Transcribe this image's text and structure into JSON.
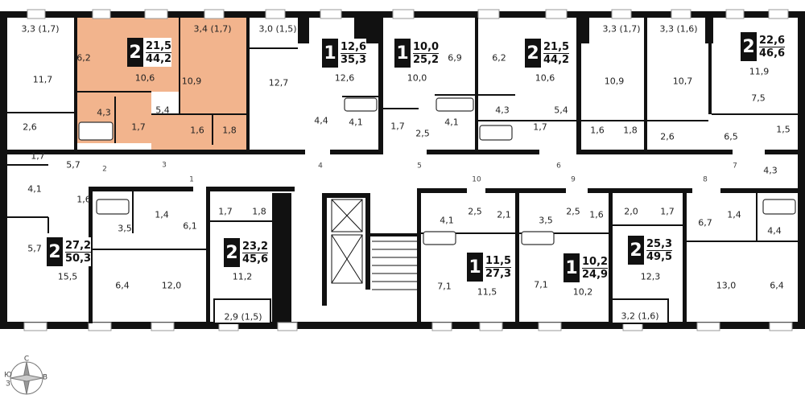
{
  "badges": [
    {
      "rooms": "2",
      "living": "21,5",
      "total": "44,2"
    },
    {
      "rooms": "1",
      "living": "12,6",
      "total": "35,3"
    },
    {
      "rooms": "1",
      "living": "10,0",
      "total": "25,2"
    },
    {
      "rooms": "2",
      "living": "21,5",
      "total": "44,2"
    },
    {
      "rooms": "2",
      "living": "22,6",
      "total": "46,6"
    },
    {
      "rooms": "2",
      "living": "27,2",
      "total": "50,3"
    },
    {
      "rooms": "2",
      "living": "23,2",
      "total": "45,6"
    },
    {
      "rooms": "1",
      "living": "11,5",
      "total": "27,3"
    },
    {
      "rooms": "1",
      "living": "10,2",
      "total": "24,9"
    },
    {
      "rooms": "2",
      "living": "25,3",
      "total": "49,5"
    }
  ],
  "areas": [
    "3,3 (1,7)",
    "6,2",
    "10,6",
    "3,4 (1,7)",
    "3,0 (1,5)",
    "11,7",
    "10,9",
    "12,7",
    "12,6",
    "10,0",
    "6,9",
    "6,2",
    "10,6",
    "3,3 (1,7)",
    "3,3 (1,6)",
    "10,9",
    "10,7",
    "11,9",
    "4,3",
    "5,4",
    "4,4",
    "4,1",
    "1,7",
    "4,1",
    "4,3",
    "5,4",
    "7,5",
    "2,6",
    "1,7",
    "1,6",
    "1,8",
    "2,5",
    "1,7",
    "1,6",
    "1,8",
    "2,6",
    "6,5",
    "1,5",
    "1,7",
    "5,7",
    "4,1",
    "4,3",
    "1,6",
    "1,4",
    "6,1",
    "1,7",
    "1,8",
    "2,5",
    "2,1",
    "3,5",
    "2,5",
    "1,6",
    "2,0",
    "1,7",
    "1,4",
    "6,7",
    "3,5",
    "4,1",
    "4,4",
    "5,7",
    "15,5",
    "11,2",
    "6,4",
    "12,0",
    "7,1",
    "11,5",
    "7,1",
    "10,2",
    "12,3",
    "13,0",
    "6,4",
    "2,9 (1,5)",
    "3,2 (1,6)"
  ],
  "doors": [
    "1",
    "2",
    "3",
    "4",
    "5",
    "6",
    "7",
    "8",
    "9",
    "10"
  ],
  "compass": {
    "n": "С",
    "s": "Ю",
    "w": "З",
    "e": "В"
  },
  "highlight_color": "#f2b48d"
}
